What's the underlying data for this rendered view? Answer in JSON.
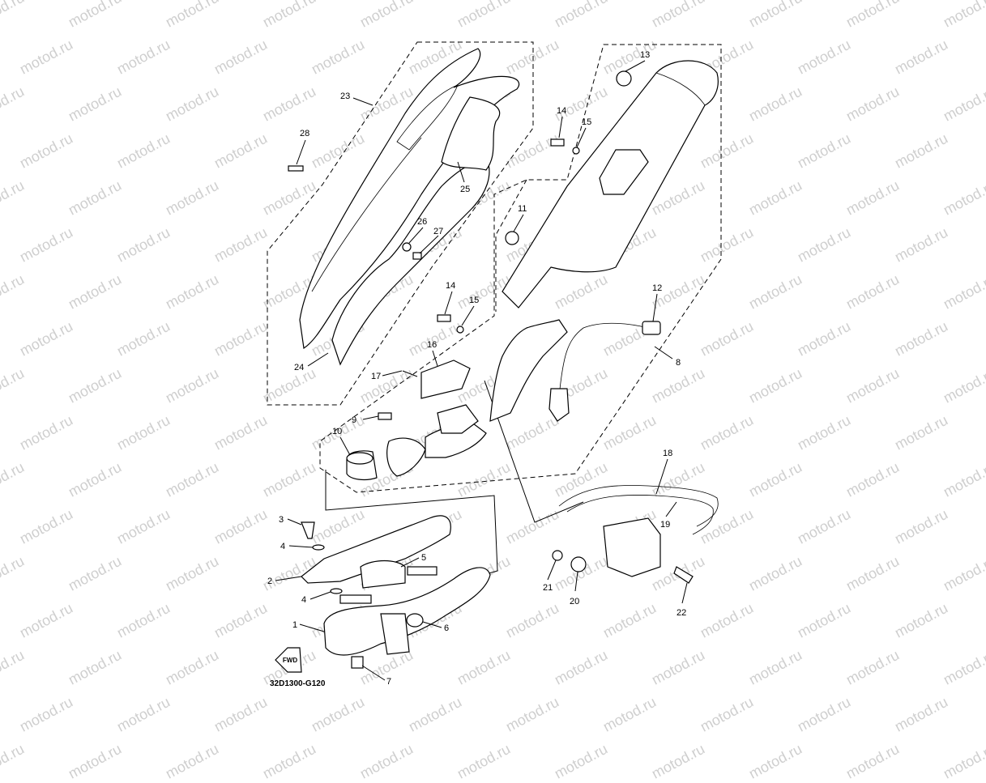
{
  "watermark": {
    "text": "motod.ru",
    "color": "#cfcfcf"
  },
  "diagram": {
    "code": "32D1300-G120",
    "fwd_label": "FWD",
    "callouts": [
      {
        "num": "1"
      },
      {
        "num": "2"
      },
      {
        "num": "3"
      },
      {
        "num": "4"
      },
      {
        "num": "4"
      },
      {
        "num": "5"
      },
      {
        "num": "6"
      },
      {
        "num": "7"
      },
      {
        "num": "8"
      },
      {
        "num": "9"
      },
      {
        "num": "10"
      },
      {
        "num": "11"
      },
      {
        "num": "12"
      },
      {
        "num": "13"
      },
      {
        "num": "14"
      },
      {
        "num": "14"
      },
      {
        "num": "15"
      },
      {
        "num": "15"
      },
      {
        "num": "16"
      },
      {
        "num": "17"
      },
      {
        "num": "18"
      },
      {
        "num": "19"
      },
      {
        "num": "20"
      },
      {
        "num": "21"
      },
      {
        "num": "22"
      },
      {
        "num": "23"
      },
      {
        "num": "24"
      },
      {
        "num": "25"
      },
      {
        "num": "26"
      },
      {
        "num": "27"
      },
      {
        "num": "28"
      }
    ]
  }
}
